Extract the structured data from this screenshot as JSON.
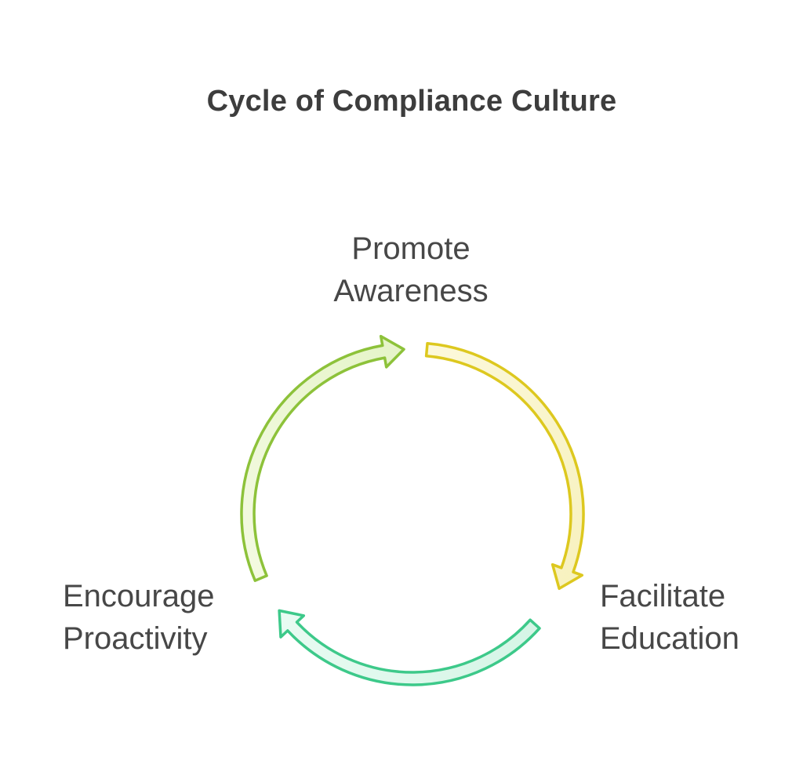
{
  "title": "Cycle of Compliance Culture",
  "stages": [
    {
      "line1": "Promote",
      "line2": "Awareness"
    },
    {
      "line1": "Facilitate",
      "line2": "Education"
    },
    {
      "line1": "Encourage",
      "line2": "Proactivity"
    }
  ],
  "colors": {
    "arrow_yellow_stroke": "#DDC81F",
    "arrow_yellow_fill": "#FBF8D6",
    "arrow_green_stroke": "#3DC98A",
    "arrow_green_fill": "#DDF7EA",
    "arrow_lime_stroke": "#8DC23A",
    "arrow_lime_fill": "#EEF8D8"
  }
}
